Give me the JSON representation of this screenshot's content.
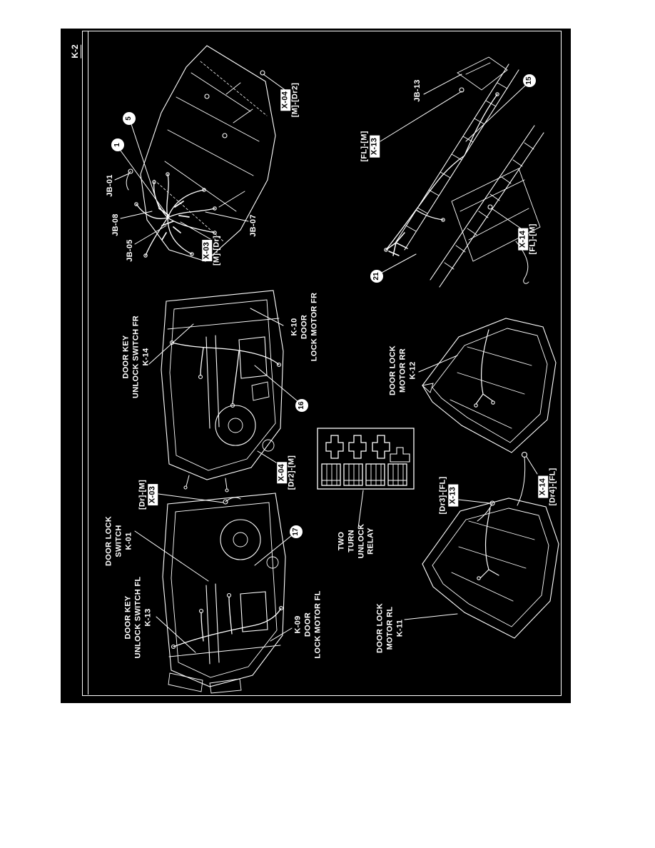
{
  "page": {
    "number": "K-2"
  },
  "callouts": {
    "c1": "1",
    "c5": "5",
    "c15": "15",
    "c16": "16",
    "c17": "17",
    "c21": "21"
  },
  "connectors": {
    "jb01": "JB-01",
    "jb05": "JB-05",
    "jb07": "JB-07",
    "jb08": "JB-08",
    "jb13": "JB-13",
    "x03_front": {
      "box": "X-03",
      "suffix": "[M]-[Dr]"
    },
    "x04_front": {
      "box": "X-04",
      "suffix": "[M]-[Dr2]"
    },
    "x13_rear": {
      "prefix": "[FL]-[M]",
      "box": "X-13"
    },
    "x14_rear": {
      "box": "X-14",
      "suffix": "[FL]-[M]"
    },
    "x04_fr_door": {
      "box": "X-04",
      "suffix": "[Dr2]-[M]"
    },
    "x03_fl_door": {
      "prefix": "[Dr]-[M]",
      "box": "X-03"
    },
    "x13_rl_door": {
      "prefix": "[Dr3]-[FL]",
      "box": "X-13"
    },
    "x14_rl_door": {
      "box": "X-14",
      "suffix": "[Dr4]-[FL]"
    }
  },
  "components": {
    "fr_key_switch": {
      "l1": "DOOR KEY",
      "l2": "UNLOCK SWITCH FR",
      "l3": "K-14"
    },
    "fr_motor": {
      "l1": "K-10",
      "l2": "DOOR",
      "l3": "LOCK MOTOR FR"
    },
    "rr_motor": {
      "l1": "DOOR LOCK",
      "l2": "MOTOR RR",
      "l3": "K-12"
    },
    "relay": {
      "l1": "TWO",
      "l2": "TURN",
      "l3": "UNLOCK",
      "l4": "RELAY"
    },
    "door_lock_switch": {
      "l1": "DOOR LOCK",
      "l2": "SWITCH",
      "l3": "K-01"
    },
    "fl_key_switch": {
      "l1": "DOOR KEY",
      "l2": "UNLOCK SWITCH FL",
      "l3": "K-13"
    },
    "fl_motor": {
      "l1": "K-09",
      "l2": "DOOR",
      "l3": "LOCK MOTOR FL"
    },
    "rl_motor": {
      "l1": "DOOR LOCK",
      "l2": "MOTOR RL",
      "l3": "K-11"
    }
  },
  "colors": {
    "paper": "#ffffff",
    "plate": "#000000",
    "ink": "#ffffff"
  }
}
